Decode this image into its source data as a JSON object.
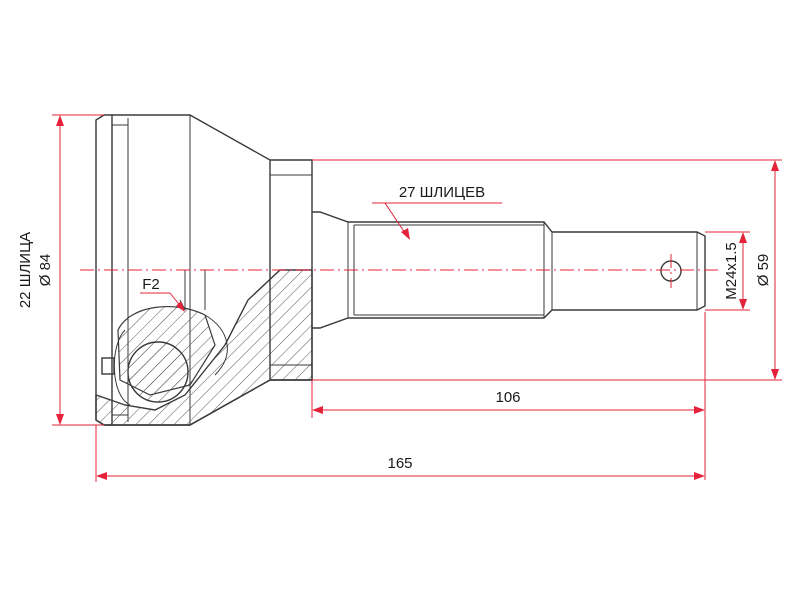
{
  "labels": {
    "splines_left": "22 ШЛИЦА",
    "dia_left": "Ø 84",
    "splines_shaft": "27 ШЛИЦЕВ",
    "thread": "M24x1.5",
    "dia_right": "Ø 59",
    "len_shaft": "106",
    "len_total": "165",
    "f2": "F2"
  }
}
